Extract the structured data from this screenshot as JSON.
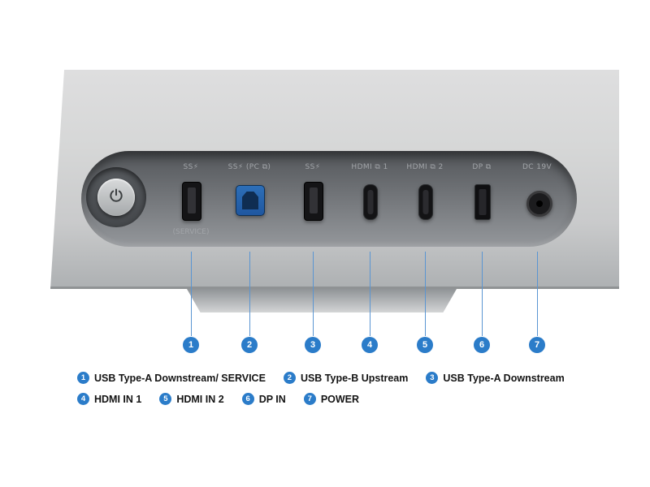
{
  "ports": [
    {
      "number": "1",
      "label": "SS⚡",
      "sublabel": "(SERVICE)"
    },
    {
      "number": "2",
      "label": "SS⚡ (PC ⧉)"
    },
    {
      "number": "3",
      "label": "SS⚡"
    },
    {
      "number": "4",
      "label": "HDMI ⧉ 1"
    },
    {
      "number": "5",
      "label": "HDMI ⧉ 2"
    },
    {
      "number": "6",
      "label": "DP ⧉"
    },
    {
      "number": "7",
      "label": "DC 19V"
    }
  ],
  "legend": {
    "row1": [
      {
        "number": "1",
        "text": "USB Type-A Downstream/ SERVICE"
      },
      {
        "number": "2",
        "text": "USB Type-B Upstream"
      },
      {
        "number": "3",
        "text": "USB Type-A Downstream"
      }
    ],
    "row2": [
      {
        "number": "4",
        "text": "HDMI IN 1"
      },
      {
        "number": "5",
        "text": "HDMI IN 2"
      },
      {
        "number": "6",
        "text": "DP IN"
      },
      {
        "number": "7",
        "text": "POWER"
      }
    ]
  },
  "colors": {
    "accent_blue": "#2b7cc9",
    "body_gray": "#cfd0d1",
    "recess_gray": "#6a6d71"
  }
}
